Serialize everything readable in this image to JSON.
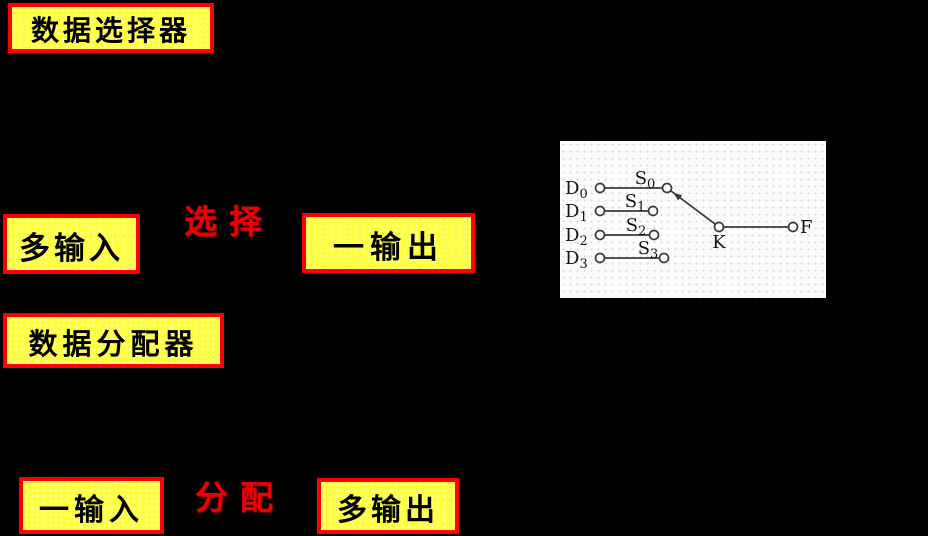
{
  "slide": {
    "selector": {
      "title": "数据选择器",
      "input_box": "多输入",
      "action": "选择",
      "output_box": "一输出"
    },
    "distributor": {
      "title": "数据分配器",
      "input_box": "一输入",
      "action": "分配",
      "output_box": "多输出"
    }
  },
  "diagram": {
    "inputs": [
      {
        "main": "D",
        "sub": "0"
      },
      {
        "main": "D",
        "sub": "1"
      },
      {
        "main": "D",
        "sub": "2"
      },
      {
        "main": "D",
        "sub": "3"
      }
    ],
    "contacts": [
      {
        "main": "S",
        "sub": "0"
      },
      {
        "main": "S",
        "sub": "1"
      },
      {
        "main": "S",
        "sub": "2"
      },
      {
        "main": "S",
        "sub": "3"
      }
    ],
    "switch_label": "K",
    "output_label": "F"
  },
  "colors": {
    "canvas_bg": "#000000",
    "box_fill": "#FFFF44",
    "box_dot": "#FFFF9E",
    "box_border": "#FF0000",
    "box_text": "#000000",
    "accent_text": "#EE0000",
    "panel_bg": "#FCFCFC",
    "panel_dot": "#D9D9D9",
    "diagram_line": "#3A3A3A"
  }
}
